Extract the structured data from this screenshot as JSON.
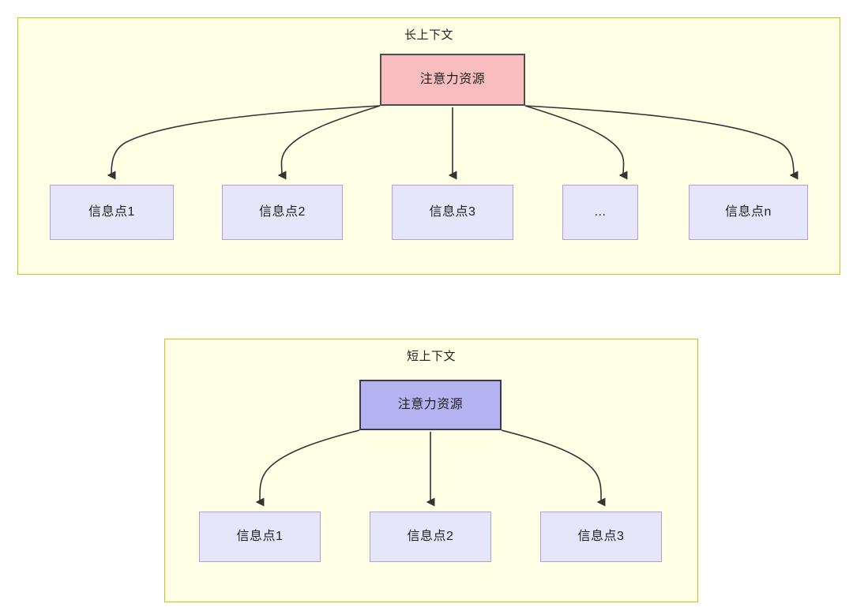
{
  "diagram": {
    "type": "tree-diagram",
    "colors": {
      "panel_background": "#FFFFE6",
      "panel_border": "#C5C520",
      "attention_long_fill": "#F9BDC0",
      "attention_long_border": "#4D4D4D",
      "attention_short_fill": "#B3B3F2",
      "attention_short_border": "#3B3B47",
      "info_fill": "#E6E6FB",
      "info_border": "#B39DDB",
      "edge_stroke": "#333333",
      "text": "#1f1f1f"
    },
    "panels": [
      {
        "id": "long-context",
        "title": "长上下文",
        "root": {
          "label": "注意力资源"
        },
        "children": [
          {
            "label": "信息点1"
          },
          {
            "label": "信息点2"
          },
          {
            "label": "信息点3"
          },
          {
            "label": "..."
          },
          {
            "label": "信息点n"
          }
        ]
      },
      {
        "id": "short-context",
        "title": "短上下文",
        "root": {
          "label": "注意力资源"
        },
        "children": [
          {
            "label": "信息点1"
          },
          {
            "label": "信息点2"
          },
          {
            "label": "信息点3"
          }
        ]
      }
    ]
  }
}
